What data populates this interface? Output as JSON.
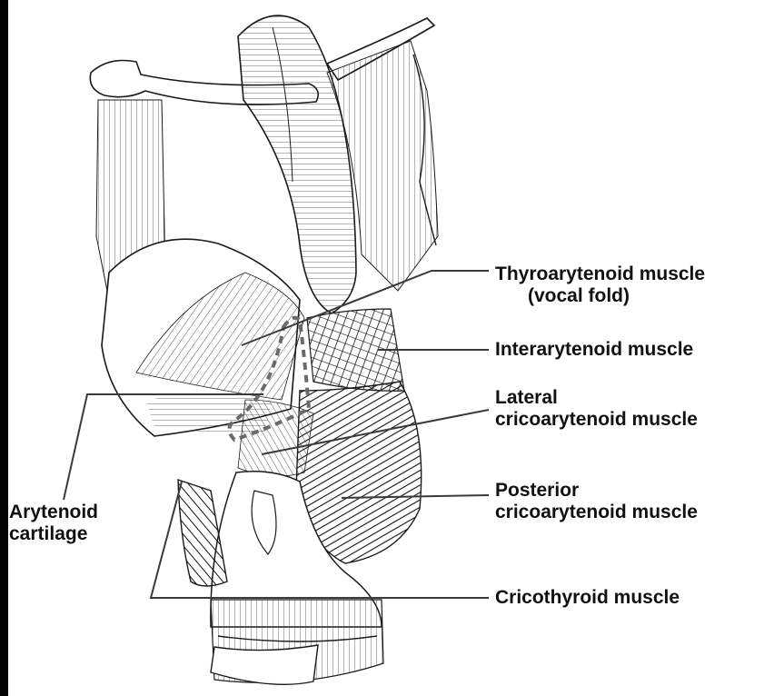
{
  "colors": {
    "ink": "#1a1a1a",
    "background": "#ffffff",
    "dashed_outline": "#6a6a6a"
  },
  "labels": {
    "thyroarytenoid": {
      "line1": "Thyroarytenoid muscle",
      "line2": "(vocal fold)"
    },
    "interarytenoid": {
      "line1": "Interarytenoid muscle"
    },
    "lateral_cricoarytenoid": {
      "line1": "Lateral",
      "line2": "cricoarytenoid muscle"
    },
    "posterior_cricoarytenoid": {
      "line1": "Posterior",
      "line2": "cricoarytenoid muscle"
    },
    "cricothyroid": {
      "line1": "Cricothyroid muscle"
    },
    "arytenoid_cartilage": {
      "line1": "Arytenoid",
      "line2": "cartilage"
    }
  }
}
